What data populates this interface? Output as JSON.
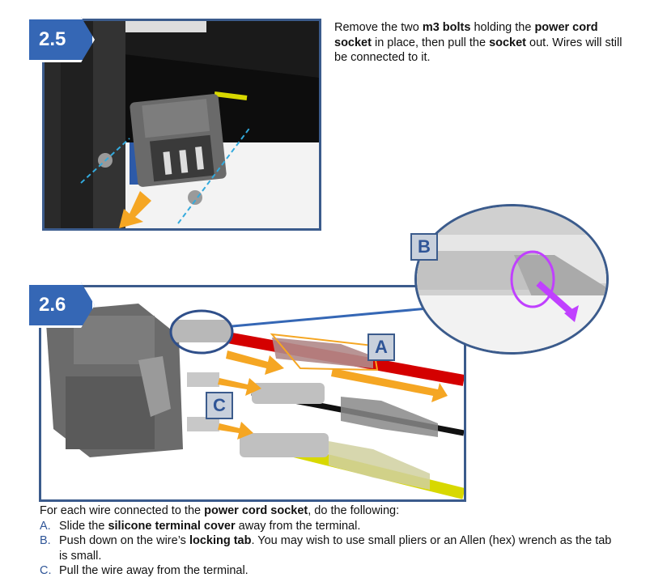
{
  "step_1": {
    "badge": "2.5",
    "text_parts": [
      "Remove the two ",
      "m3 bolts",
      " holding the  ",
      "power cord socket",
      " in place, then pull the ",
      "socket",
      " out. Wires will still be connected to it."
    ]
  },
  "step_2": {
    "badge": "2.6",
    "callouts": {
      "a": "A",
      "b": "B",
      "c": "C"
    }
  },
  "instructions": {
    "intro_parts": [
      "For each wire connected to the ",
      "power cord socket",
      ", do the following:"
    ],
    "items": [
      {
        "letter": "A.",
        "parts": [
          "Slide the ",
          "silicone terminal cover",
          " away from the terminal."
        ]
      },
      {
        "letter": "B.",
        "parts": [
          "Push down on the wire’s ",
          "locking tab",
          ". You may wish to use small pliers or an Allen (hex) wrench as the tab is small."
        ]
      },
      {
        "letter": "C.",
        "parts": [
          "Pull the wire away from the terminal.",
          "",
          ""
        ]
      }
    ]
  },
  "colors": {
    "panel_border": "#3b5b8c",
    "badge": "#3567b5",
    "arrow_orange": "#f5a623",
    "wire_red": "#d40000",
    "wire_yellow": "#d8d800",
    "highlight_magenta": "#c040ff"
  }
}
